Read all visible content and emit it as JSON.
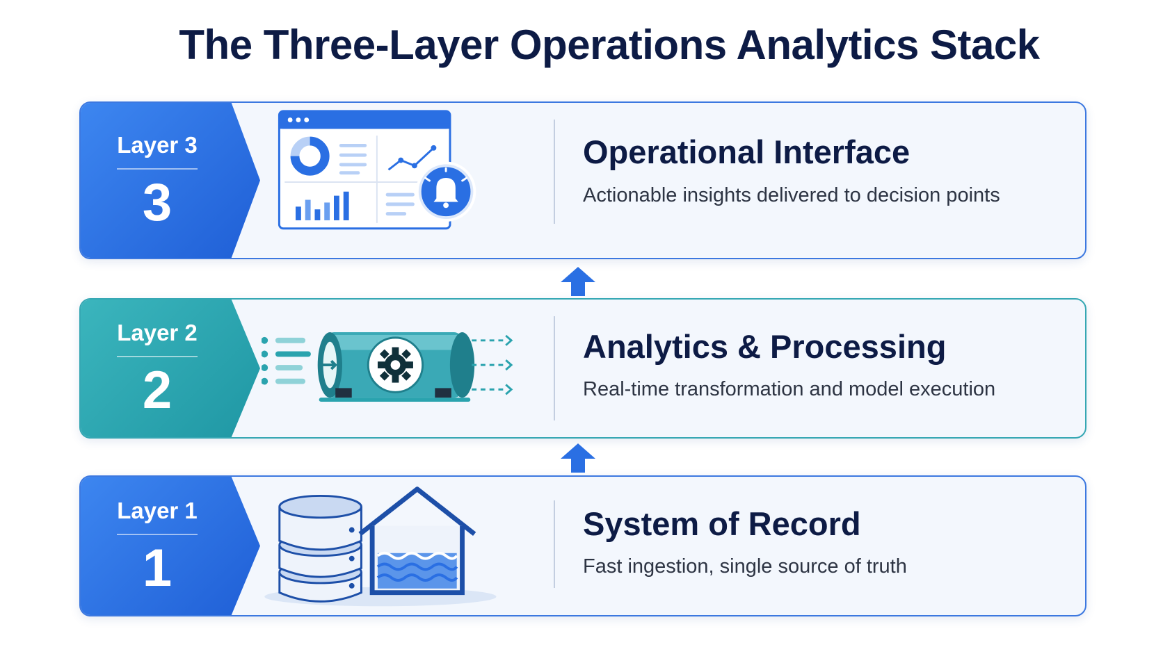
{
  "title": "The Three-Layer Operations Analytics Stack",
  "layers": [
    {
      "id": 3,
      "badge_label": "Layer 3",
      "badge_number": "3",
      "heading": "Operational Interface",
      "description": "Actionable insights delivered to decision points",
      "icon": "dashboard-with-bell-icon",
      "color": "#2a6fe3"
    },
    {
      "id": 2,
      "badge_label": "Layer 2",
      "badge_number": "2",
      "heading": "Analytics & Processing",
      "description": "Real-time transformation and model execution",
      "icon": "processing-pipeline-icon",
      "color": "#2aa3ae"
    },
    {
      "id": 1,
      "badge_label": "Layer 1",
      "badge_number": "1",
      "heading": "System of Record",
      "description": "Fast ingestion, single source of truth",
      "icon": "database-and-lakehouse-icon",
      "color": "#2a6fe3"
    }
  ],
  "connectors": [
    "up-arrow-icon",
    "up-arrow-icon"
  ]
}
